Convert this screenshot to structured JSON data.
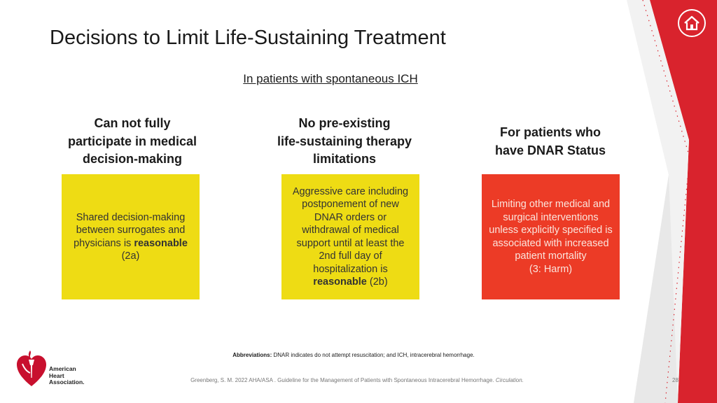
{
  "slide": {
    "title": "Decisions to Limit Life-Sustaining Treatment",
    "subtitle": "In patients with spontaneous ICH",
    "columns": [
      {
        "heading": [
          "Can not fully",
          "participate in medical",
          "decision-making"
        ],
        "box_color": "#eedc14",
        "box_text_pre": "Shared decision-making between surrogates and physicians is ",
        "box_text_bold": "reasonable",
        "box_text_post": "(2a)"
      },
      {
        "heading": [
          "No pre-existing",
          "life-sustaining therapy",
          "limitations"
        ],
        "box_color": "#eedc14",
        "box_text_pre": "Aggressive care including postponement of new DNAR orders or withdrawal of medical support until at least the 2nd full day of hospitalization is",
        "box_text_bold": "reasonable",
        "box_text_post": " (2b)"
      },
      {
        "heading": [
          "For patients who",
          "have DNAR Status"
        ],
        "box_color": "#ec3b26",
        "box_text_pre": "Limiting other medical and surgical interventions unless explicitly specified is associated with increased patient mortality",
        "box_text_bold": "",
        "box_text_post": "(3: Harm)"
      }
    ],
    "abbreviations_label": "Abbreviations:",
    "abbreviations_text": " DNAR indicates do not attempt resuscitation; and ICH, intracerebral hemorrhage.",
    "citation_text": "Greenberg, S. M. 2022 AHA/ASA . Guideline for the Management of Patients with Spontaneous Intracerebral Hemorrhage. ",
    "citation_journal": "Circulation.",
    "page_number": "28"
  },
  "logo": {
    "icon": "heart-torch-icon",
    "lines": [
      "American",
      "Heart",
      "Association."
    ]
  },
  "home_button": {
    "icon": "home-icon"
  },
  "colors": {
    "accent_red": "#d9232d",
    "yellow": "#eedc14",
    "red_box": "#ec3b26"
  }
}
